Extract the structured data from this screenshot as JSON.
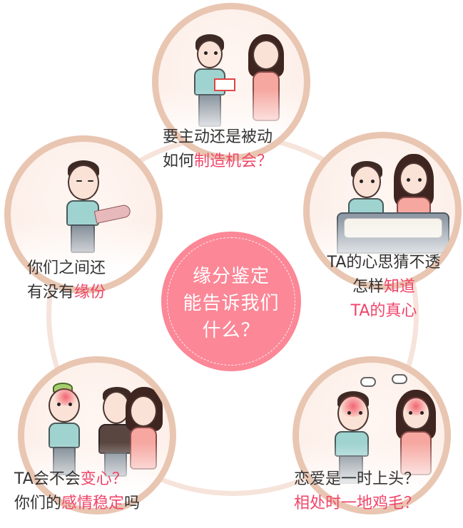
{
  "center": {
    "lines": [
      "缘分鉴定",
      "能告诉我们",
      "什么？"
    ],
    "bg_color": "#fb8797"
  },
  "colors": {
    "highlight": "#f0456a",
    "text": "#333333",
    "ring": "#e9c6b2",
    "connector": "#f6e3da"
  },
  "bubbles": {
    "top": {
      "illustration": "couple-man-holding-gift-woman-shy",
      "line1": "要主动还是被动",
      "line2_plain": "如何",
      "line2_highlight": "制造机会？"
    },
    "left": {
      "illustration": "sad-man-crying-with-bouquet",
      "line1": "你们之间还",
      "line2_plain": "有没有",
      "line2_highlight": "缘份"
    },
    "right": {
      "illustration": "couple-washing-dishes",
      "line1": "TA的心思猜不透",
      "line2_plain": "怎样",
      "line2_highlight": "知道",
      "line3_highlight": "TA的真心"
    },
    "bottom_left": {
      "illustration": "angry-man-pointing-at-couple",
      "line1_plain": "TA会不会",
      "line1_highlight": "变心？",
      "line2_plain_a": "你们的",
      "line2_highlight": "感情稳定",
      "line2_plain_b": "吗"
    },
    "bottom_right": {
      "illustration": "couple-arguing",
      "line1": "恋爱是一时上头？",
      "line2_highlight": "相处时一地鸡毛？"
    }
  }
}
